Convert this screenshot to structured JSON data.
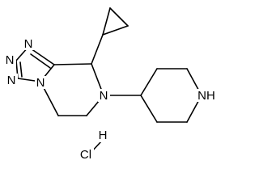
{
  "molecule": {
    "atoms": {
      "n1": "N",
      "n2": "N",
      "n3": "N",
      "n4": "N",
      "n5": "N",
      "nh": "NH",
      "cl": "Cl",
      "h": "H"
    }
  },
  "colors": {
    "bond": "#000000",
    "text": "#000000",
    "background": "#ffffff"
  }
}
